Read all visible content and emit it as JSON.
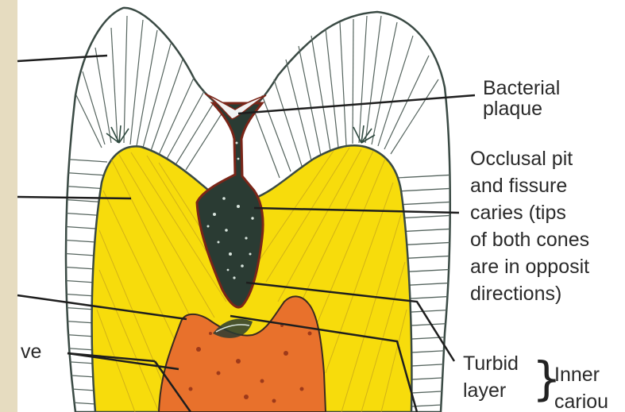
{
  "figure": {
    "labels": {
      "bacterial_plaque": [
        "Bacterial",
        "plaque"
      ],
      "occlusal_caries": [
        "Occlusal pit",
        "and fissure",
        "caries (tips",
        "of both cones",
        "are in opposit",
        "directions)"
      ],
      "turbid_layer": [
        "Turbid",
        "layer"
      ],
      "inner_carious": [
        "Inner",
        "cariou"
      ],
      "cut_left_label": "ve"
    },
    "colors": {
      "enamel": "#ffffff",
      "dentin": "#f7dc0c",
      "pulp": "#e8712c",
      "caries": "#2a3b33",
      "outline": "#3a4a44"
    },
    "icons": [
      "right-brace"
    ]
  }
}
